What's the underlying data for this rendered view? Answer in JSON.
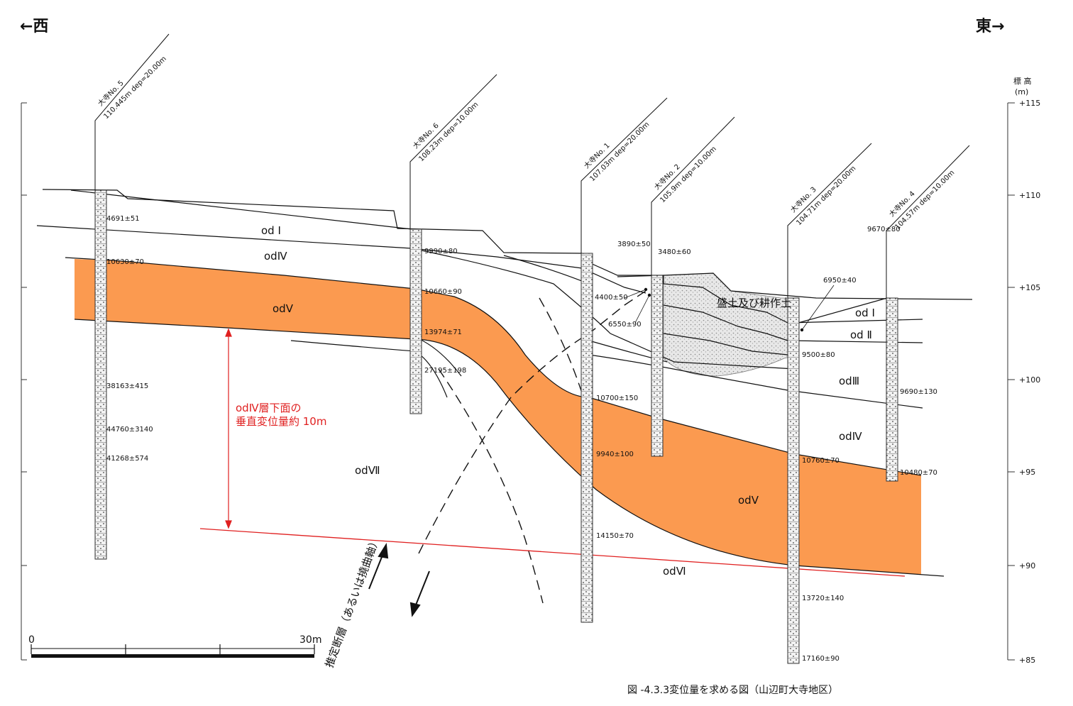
{
  "directions": {
    "west": "←西",
    "east": "東→"
  },
  "elevation_axis": {
    "title_line1": "標 高",
    "title_line2": "(m)",
    "ticks": [
      "+115",
      "+110",
      "+105",
      "+100",
      "+95",
      "+90",
      "+85"
    ]
  },
  "scale_bar": {
    "start": "0",
    "end": "30m"
  },
  "boreholes": [
    {
      "id": "bh5",
      "label": "大寺No. 5",
      "sub": "110.445m dep=20.00m"
    },
    {
      "id": "bh6",
      "label": "大寺No. 6",
      "sub": "108.23m dep=10.00m"
    },
    {
      "id": "bh1",
      "label": "大寺No. 1",
      "sub": "107.03m dep=20.00m"
    },
    {
      "id": "bh2",
      "label": "大寺No. 2",
      "sub": "105.9m dep=10.00m"
    },
    {
      "id": "bh3",
      "label": "大寺No. 3",
      "sub": "104.71m dep=20.00m"
    },
    {
      "id": "bh4",
      "label": "大寺No. 4",
      "sub": "104.57m dep=10.00m"
    }
  ],
  "layers": {
    "od1_w": "od Ⅰ",
    "od4_w": "odⅣ",
    "od5_w": "odⅤ",
    "od7": "odⅦ",
    "fill": "盛土及び耕作土",
    "od1_e": "od Ⅰ",
    "od2": "od Ⅱ",
    "od3": "odⅢ",
    "od4_e": "odⅣ",
    "od5_e": "odⅤ",
    "od6": "odⅥ"
  },
  "ages": [
    "4691±51",
    "10630±70",
    "38163±415",
    "44760±3140",
    "41268±574",
    "9990±80",
    "10660±90",
    "13974±71",
    "27195±198",
    "3890±50",
    "3480±60",
    "4400±50",
    "6550±90",
    "10700±150",
    "9940±100",
    "14150±70",
    "6950±40",
    "9500±80",
    "10760±70",
    "13720±140",
    "17160±90",
    "9670±80",
    "9690±130",
    "10480±70"
  ],
  "annotation": {
    "line1": "odⅣ層下面の",
    "line2": "垂直変位量約 10m"
  },
  "fault_label": "推定断層（あるいは撓曲軸）",
  "caption": "図 -4.3.3変位量を求める図（山辺町大寺地区）",
  "colors": {
    "orange": "#fb9a50",
    "red": "#e02020"
  }
}
